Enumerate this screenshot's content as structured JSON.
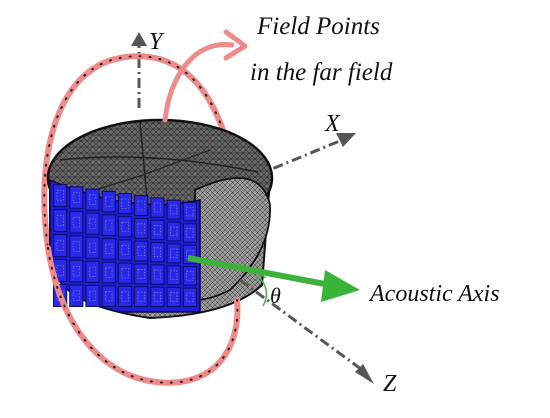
{
  "labels": {
    "field_points_line1": "Field Points",
    "field_points_line2": "in the far field",
    "y_axis": "Y",
    "x_axis": "X",
    "z_axis": "Z",
    "theta": "θ",
    "acoustic_axis": "Acoustic Axis"
  },
  "colors": {
    "field_ring": "#f08a8a",
    "transducer_array": "#1e1ed0",
    "arrow": "#3bb33b",
    "axis": "#555555",
    "mesh": "#4a4a4a"
  },
  "transducer_grid": {
    "rows": 5,
    "columns": 9
  }
}
